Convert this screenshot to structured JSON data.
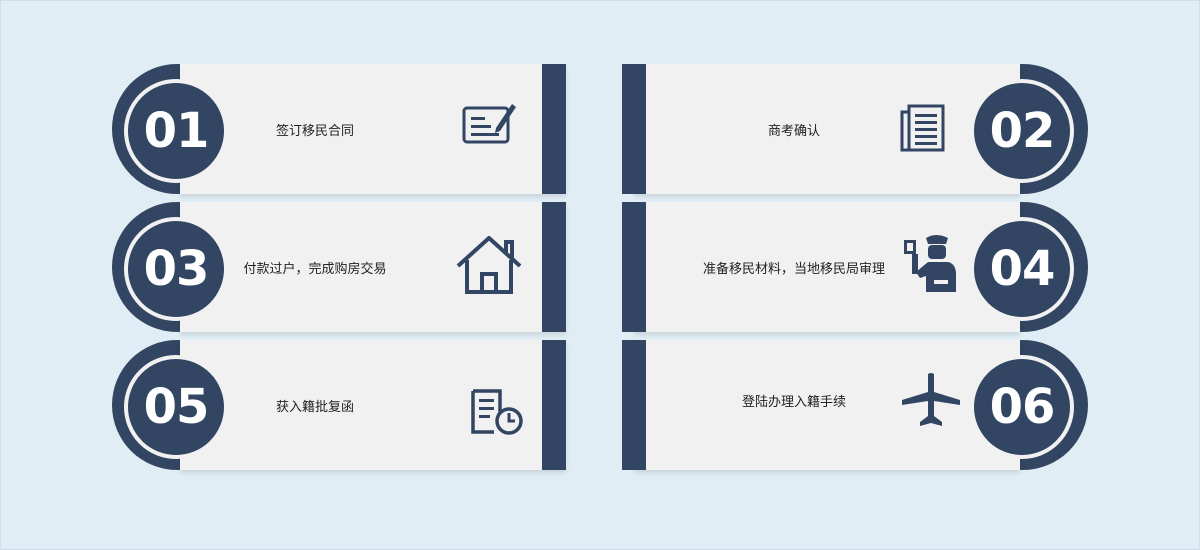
{
  "colors": {
    "background": "#e1edf5",
    "card": "#f1f1f2",
    "accent": "#324562",
    "text": "#222222",
    "number": "#ffffff"
  },
  "steps": [
    {
      "number": "01",
      "label": "签订移民合同",
      "icon": "signed-contract-icon"
    },
    {
      "number": "02",
      "label": "商考确认",
      "icon": "document-list-icon"
    },
    {
      "number": "03",
      "label": "付款过户，完成购房交易",
      "icon": "house-icon"
    },
    {
      "number": "04",
      "label": "准备移民材料，当地移民局审理",
      "icon": "immigration-officer-icon"
    },
    {
      "number": "05",
      "label": "获入籍批复函",
      "icon": "approval-document-clock-icon"
    },
    {
      "number": "06",
      "label": "登陆办理入籍手续",
      "icon": "airplane-icon"
    }
  ]
}
